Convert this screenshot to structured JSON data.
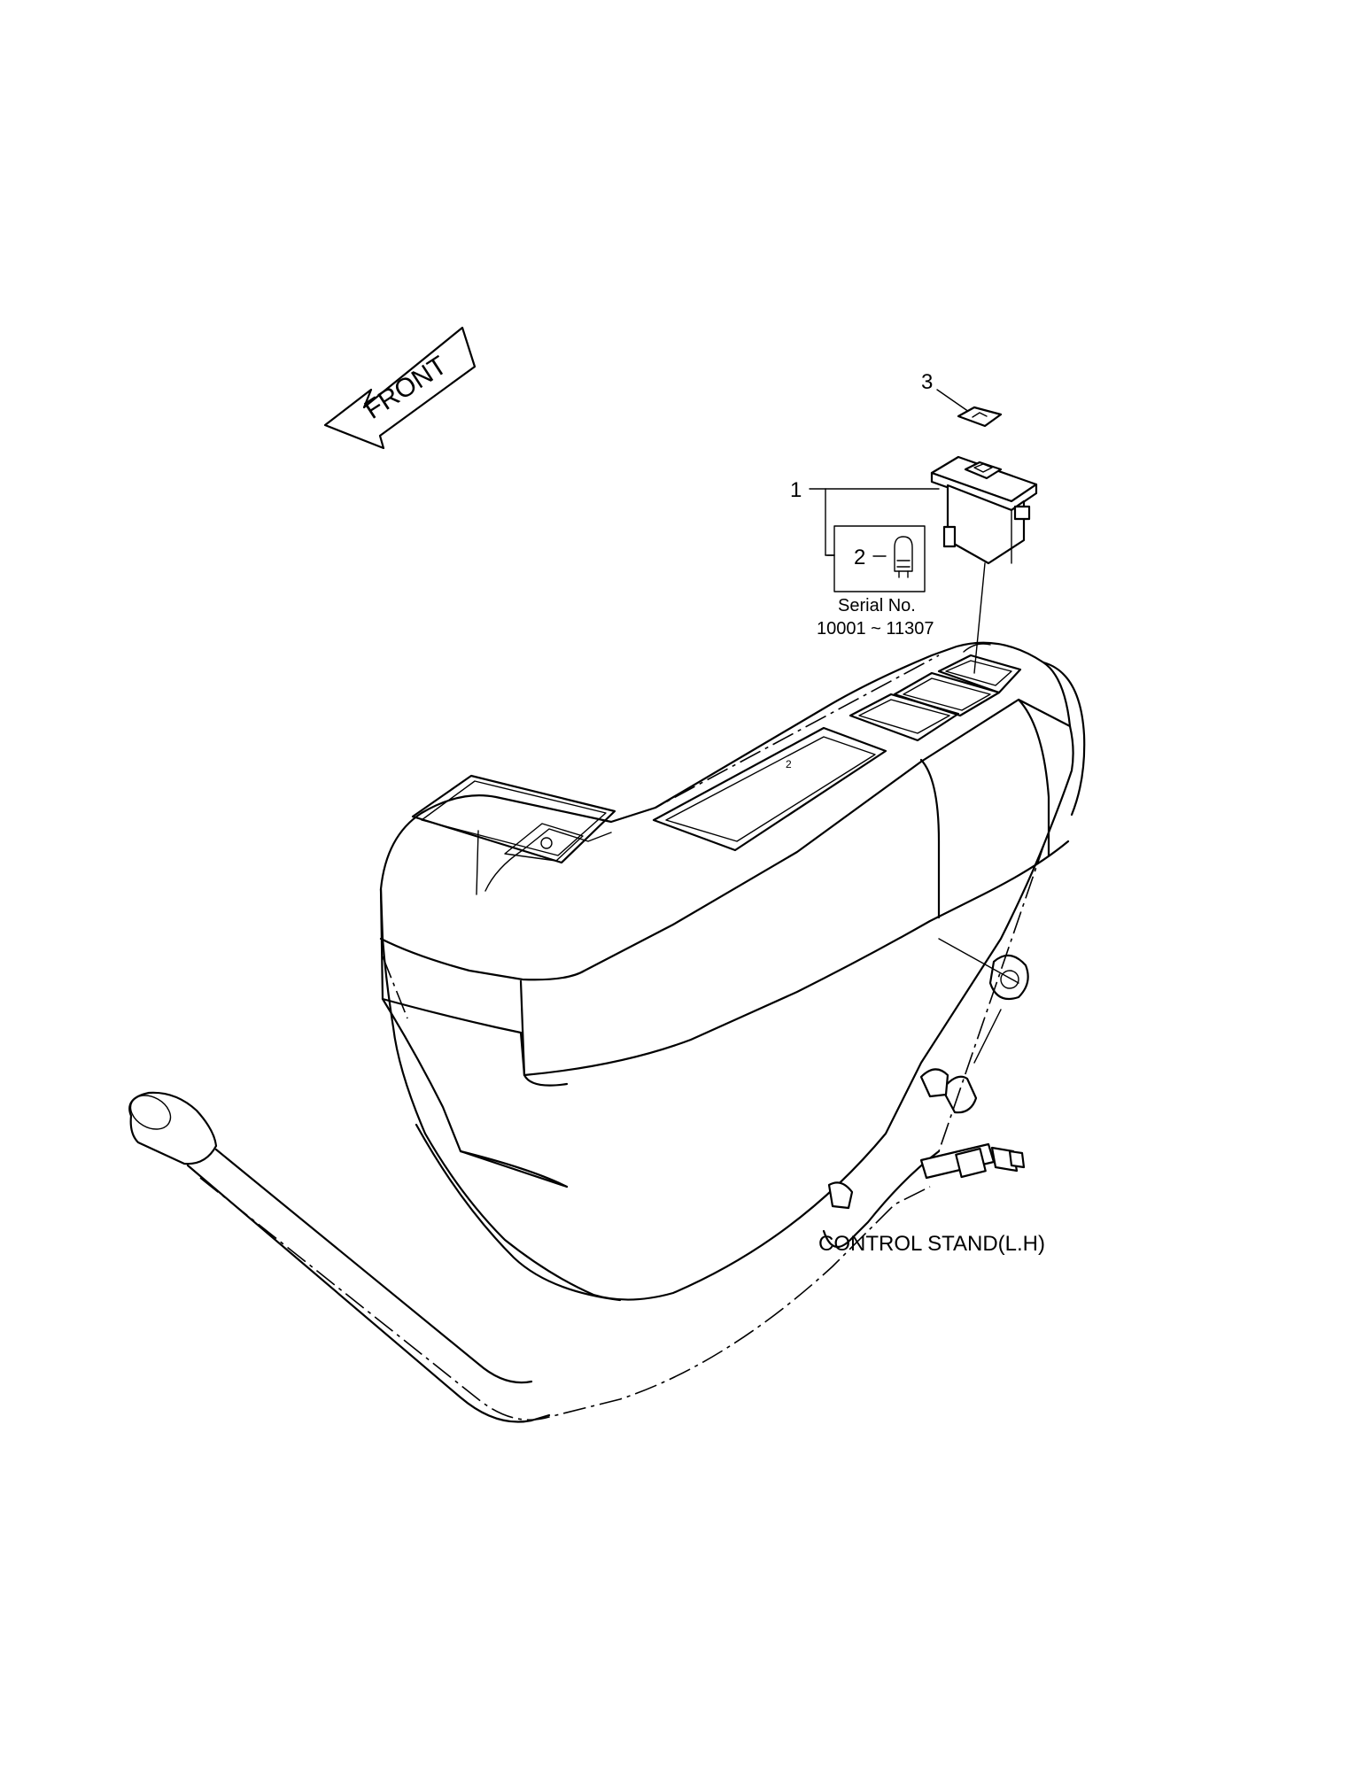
{
  "labels": {
    "front_arrow": "FRONT",
    "callout_1": "1",
    "callout_2": "2",
    "callout_3": "3",
    "serial_title": "Serial No.",
    "serial_range": "10001 ~ 11307",
    "assembly_caption": "CONTROL STAND(L.H)",
    "console_mark": "2"
  }
}
